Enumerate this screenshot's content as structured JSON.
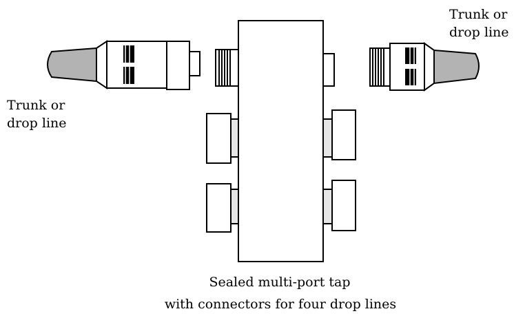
{
  "labels": {
    "left_line": [
      "Trunk or",
      "drop line"
    ],
    "right_line": [
      "Trunk or",
      "drop line"
    ],
    "caption": [
      "Sealed multi-port tap",
      "with connectors for four drop lines"
    ]
  },
  "colors": {
    "stroke": "#000000",
    "cable_fill": "#b3b3b3",
    "port_fill": "#e6e6e6",
    "body_fill": "#ffffff"
  }
}
